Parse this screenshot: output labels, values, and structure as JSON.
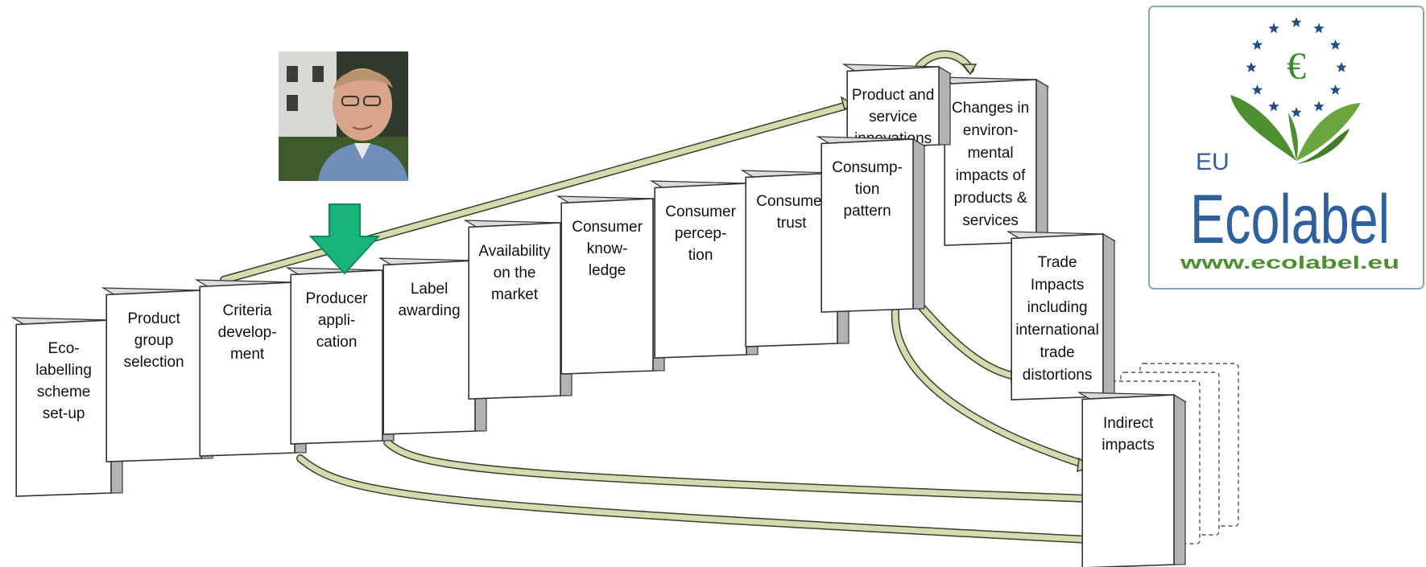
{
  "blocks": [
    {
      "id": "b01",
      "lines": [
        "Eco-",
        "labelling",
        "scheme",
        "set-up"
      ]
    },
    {
      "id": "b02",
      "lines": [
        "Product",
        "group",
        "selection"
      ]
    },
    {
      "id": "b03",
      "lines": [
        "Criteria",
        "develop-",
        "ment"
      ]
    },
    {
      "id": "b04",
      "lines": [
        "Producer",
        "appli-",
        "cation"
      ]
    },
    {
      "id": "b05",
      "lines": [
        "Label",
        "awarding"
      ]
    },
    {
      "id": "b06",
      "lines": [
        "Availability",
        "on the",
        "market"
      ]
    },
    {
      "id": "b07",
      "lines": [
        "Consumer",
        "know-",
        "ledge"
      ]
    },
    {
      "id": "b08",
      "lines": [
        "Consumer",
        "percep-",
        "tion"
      ]
    },
    {
      "id": "b09",
      "lines": [
        "Consumer",
        "trust"
      ]
    },
    {
      "id": "b10",
      "lines": [
        "Consump-",
        "tion",
        "pattern"
      ]
    },
    {
      "id": "b11",
      "lines": [
        "Product and",
        "service",
        "innovations"
      ]
    },
    {
      "id": "b12",
      "lines": [
        "Changes in",
        "environ-",
        "mental",
        "impacts of",
        "products &",
        "services"
      ]
    },
    {
      "id": "b13",
      "lines": [
        "Trade",
        "Impacts",
        "including",
        "international",
        "trade",
        "distortions"
      ]
    },
    {
      "id": "b14",
      "lines": [
        "Indirect",
        "impacts"
      ]
    }
  ],
  "logo": {
    "eu": "EU",
    "name": "Ecolabel",
    "url": "www.ecolabel.eu",
    "emblem_letter": "€",
    "colors": {
      "blue": "#2e5f9e",
      "green": "#4b8f2f",
      "star": "#1f4e89"
    }
  },
  "colors": {
    "flow_fill": "#d3dbb0",
    "flow_edge": "#3b3f29",
    "marker": "#17b57c"
  }
}
